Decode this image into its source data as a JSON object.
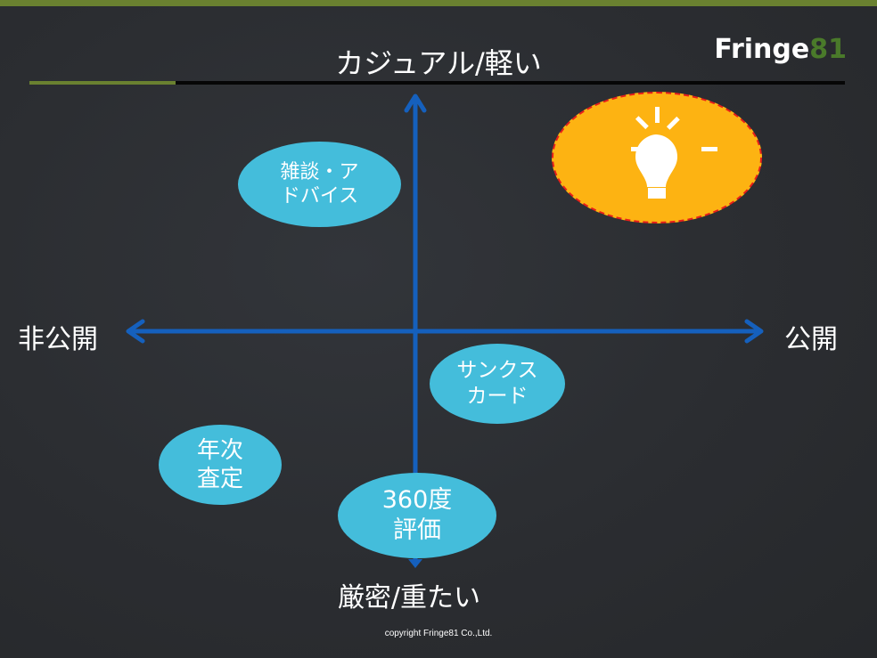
{
  "slide": {
    "title": "カジュアル/軽い",
    "logo": {
      "text_white": "Fringe",
      "text_green": "81"
    },
    "axes": {
      "top": "カジュアル/軽い",
      "bottom": "厳密/重たい",
      "left": "非公開",
      "right": "公開"
    },
    "items": [
      {
        "label": "雑談・ア\nドバイス"
      },
      {
        "label": "サンクス\nカード"
      },
      {
        "label": "年次\n査定"
      },
      {
        "label": "360度\n評価"
      }
    ],
    "idea_icon": "lightbulb-icon",
    "copyright": "copyright Fringe81 Co.,Ltd."
  },
  "colors": {
    "accent_green": "#6a8130",
    "logo_green": "#4a7a2a",
    "axis_blue": "#1560bd",
    "bubble_blue": "#44bddb",
    "idea_orange": "#fdb312",
    "idea_border": "#e8201a",
    "background": "#2b2d31"
  }
}
